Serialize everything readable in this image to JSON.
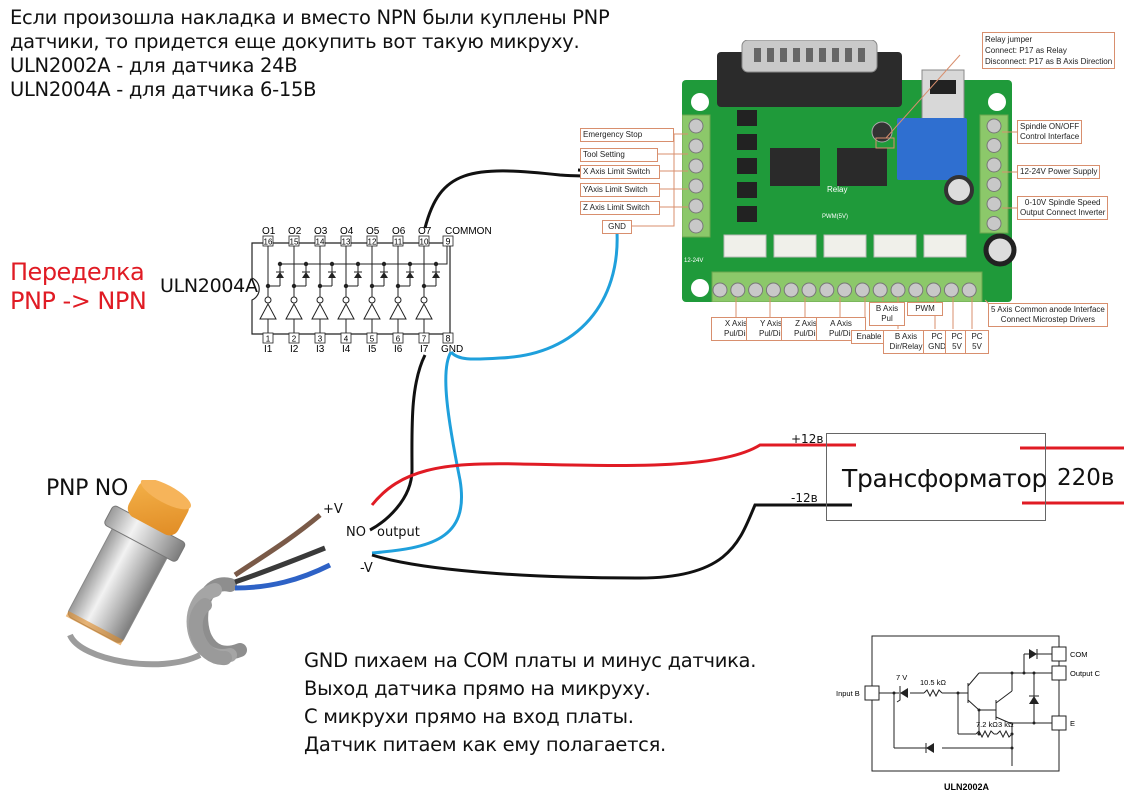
{
  "intro": {
    "lines": [
      "Если произошла накладка и вместо NPN были куплены PNP",
      "датчики, то придется еще докупить вот такую микруху.",
      "ULN2002A - для датчика 24В",
      "ULN2004A - для датчика 6-15В"
    ]
  },
  "rework_title": {
    "line1": "Переделка",
    "line2": "PNP -> NPN"
  },
  "chip": {
    "name": "ULN2004A",
    "outputs": [
      {
        "label": "O1",
        "pin": "16"
      },
      {
        "label": "O2",
        "pin": "15"
      },
      {
        "label": "O3",
        "pin": "14"
      },
      {
        "label": "O4",
        "pin": "13"
      },
      {
        "label": "O5",
        "pin": "12"
      },
      {
        "label": "O6",
        "pin": "11"
      },
      {
        "label": "O7",
        "pin": "10"
      }
    ],
    "common": {
      "label": "COMMON",
      "pin": "9"
    },
    "inputs": [
      {
        "label": "I1",
        "pin": "1"
      },
      {
        "label": "I2",
        "pin": "2"
      },
      {
        "label": "I3",
        "pin": "3"
      },
      {
        "label": "I4",
        "pin": "4"
      },
      {
        "label": "I5",
        "pin": "5"
      },
      {
        "label": "I6",
        "pin": "6"
      },
      {
        "label": "I7",
        "pin": "7"
      }
    ],
    "gnd": {
      "label": "GND",
      "pin": "8"
    }
  },
  "sensor": {
    "title": "PNP NO",
    "wires": {
      "plus": "+V",
      "no": "NO",
      "output": "output",
      "minus": "-V"
    }
  },
  "transformer": {
    "label": "Трансформатор",
    "plus": "+12в",
    "minus": "-12в",
    "mains": "220в"
  },
  "board": {
    "relay_jumper": [
      "Relay jumper",
      "Connect: P17 as Relay",
      "Disconnect: P17 as B Axis Direction"
    ],
    "left_inputs": [
      "Emergency Stop",
      "Tool Setting",
      "X Axis Limit Switch",
      "YAxis Limit Switch",
      "Z Axis Limit Switch",
      "GND"
    ],
    "right_labels": [
      [
        "Spindle ON/OFF",
        "Control Interface"
      ],
      [
        "12-24V Power Supply"
      ],
      [
        "0-10V Spindle Speed",
        "Output Connect Inverter"
      ]
    ],
    "common_anode": [
      "5 Axis Common anode Interface",
      "Connect Microstep Drivers"
    ],
    "bottom_labels": [
      [
        "X Axis",
        "Pul/Dir"
      ],
      [
        "Y Axis",
        "Pul/Dir"
      ],
      [
        "Z Axis",
        "Pul/Dir"
      ],
      [
        "A Axis",
        "Pul/Dir"
      ],
      [
        "Enable"
      ],
      [
        "B Axis",
        "Pul"
      ],
      [
        "B Axis",
        "Dir/Relay"
      ],
      [
        "PWM"
      ],
      [
        "PC",
        "GND"
      ],
      [
        "PC",
        "5V"
      ],
      [
        "PC",
        "5V"
      ]
    ],
    "silk": {
      "relay": "Relay",
      "pwm": "PWM(5V)",
      "power": "12-24V"
    }
  },
  "notes": {
    "lines": [
      "GND пихаем на COM платы и минус датчика.",
      "Выход датчика прямо на микруху.",
      "С микрухи прямо на вход платы.",
      "Датчик питаем как ему полагается."
    ]
  },
  "uln2002_schematic": {
    "title": "ULN2002A",
    "input": "Input B",
    "com": "COM",
    "output": "Output C",
    "emitter": "E",
    "zener": "7 V",
    "r1": "10.5 kΩ",
    "r2": "7.2 kΩ",
    "r3": "3 kΩ"
  },
  "colors": {
    "red_wire": "#e01b24",
    "blue_wire": "#1fa0dc",
    "black_wire": "#111111",
    "pcb_green": "#1f9a3a",
    "terminal_green": "#8cc86a",
    "callout_border": "#d88f6e",
    "title_red": "#e01b24"
  }
}
